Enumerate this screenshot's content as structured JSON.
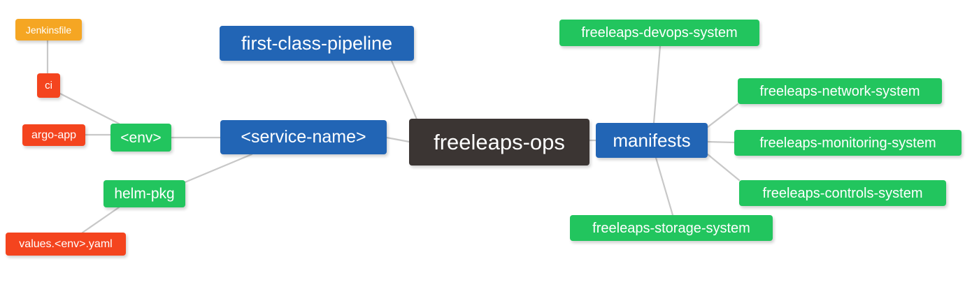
{
  "diagram": {
    "title": "freeleaps-ops",
    "type": "mindmap",
    "background_color": "#ffffff",
    "edge_color": "#c8c8c8",
    "palette": {
      "root_dark": "#3b3533",
      "blue": "#2265b5",
      "green": "#22c55e",
      "orange": "#f5a623",
      "red_orange": "#f4441e"
    }
  },
  "nodes": {
    "root": {
      "label": "freeleaps-ops",
      "color": "#3b3533"
    },
    "pipeline": {
      "label": "first-class-pipeline",
      "color": "#2265b5"
    },
    "service": {
      "label": "<service-name>",
      "color": "#2265b5"
    },
    "manifests": {
      "label": "manifests",
      "color": "#2265b5"
    },
    "env": {
      "label": "<env>",
      "color": "#22c55e"
    },
    "helm": {
      "label": "helm-pkg",
      "color": "#22c55e"
    },
    "ci": {
      "label": "ci",
      "color": "#f4441e"
    },
    "jenkinsfile": {
      "label": "Jenkinsfile",
      "color": "#f5a623"
    },
    "argo_app": {
      "label": "argo-app",
      "color": "#f4441e"
    },
    "values_yaml": {
      "label": "values.<env>.yaml",
      "color": "#f4441e"
    },
    "devops_system": {
      "label": "freeleaps-devops-system",
      "color": "#22c55e"
    },
    "network_system": {
      "label": "freeleaps-network-system",
      "color": "#22c55e"
    },
    "monitoring_system": {
      "label": "freeleaps-monitoring-system",
      "color": "#22c55e"
    },
    "controls_system": {
      "label": "freeleaps-controls-system",
      "color": "#22c55e"
    },
    "storage_system": {
      "label": "freeleaps-storage-system",
      "color": "#22c55e"
    }
  },
  "edges": [
    {
      "from": "root",
      "to": "service"
    },
    {
      "from": "root",
      "to": "pipeline"
    },
    {
      "from": "root",
      "to": "manifests"
    },
    {
      "from": "service",
      "to": "env"
    },
    {
      "from": "service",
      "to": "helm"
    },
    {
      "from": "env",
      "to": "ci"
    },
    {
      "from": "env",
      "to": "argo_app"
    },
    {
      "from": "ci",
      "to": "jenkinsfile"
    },
    {
      "from": "helm",
      "to": "values_yaml"
    },
    {
      "from": "manifests",
      "to": "devops_system"
    },
    {
      "from": "manifests",
      "to": "network_system"
    },
    {
      "from": "manifests",
      "to": "monitoring_system"
    },
    {
      "from": "manifests",
      "to": "controls_system"
    },
    {
      "from": "manifests",
      "to": "storage_system"
    }
  ]
}
